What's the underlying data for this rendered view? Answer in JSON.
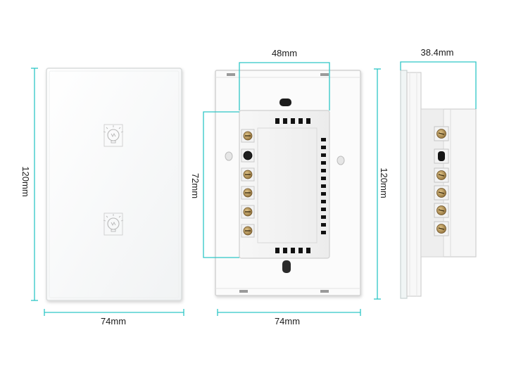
{
  "colors": {
    "dimension_line": "#2ec6c6",
    "panel_face": "#ffffff",
    "panel_edge": "#d6d6d6",
    "terminal_brass": "#a8844a",
    "terminal_dark": "#2a2a2a"
  },
  "icons": {
    "touch_button": "bulb-touch-icon",
    "terminal": "screw-terminal-icon"
  },
  "front_view": {
    "height_label": "120mm",
    "width_label": "74mm",
    "button_count": 2
  },
  "back_view": {
    "module_width_label": "48mm",
    "module_height_label": "72mm",
    "width_label": "74mm",
    "terminal_count": 6
  },
  "side_view": {
    "depth_label": "38.4mm",
    "height_label": "120mm",
    "terminal_count": 6
  }
}
